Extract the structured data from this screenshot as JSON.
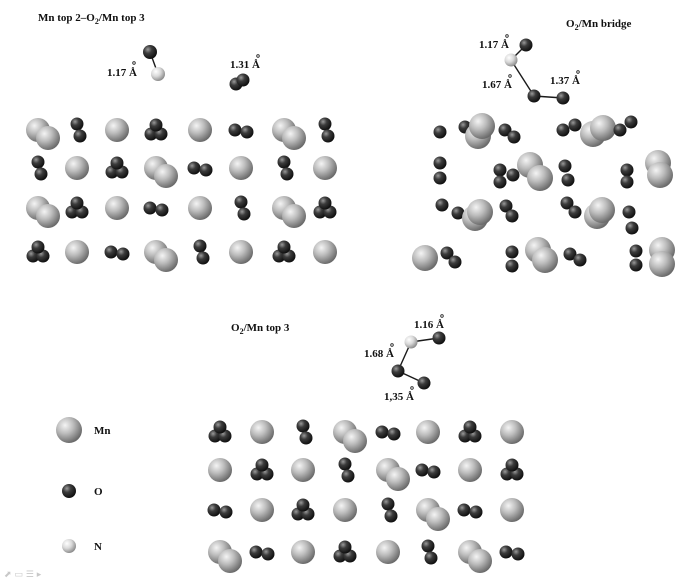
{
  "panels": {
    "top_left": {
      "title": "Mn top 2–O2/Mn top 3",
      "title_main": "Mn top 2–O",
      "title_sub": "2",
      "title_end": "/Mn top 3",
      "d1": "1.17 Å",
      "d2": "1.31 Å"
    },
    "top_right": {
      "title": "O2/Mn bridge",
      "title_main": "O",
      "title_sub": "2",
      "title_end": "/Mn bridge",
      "d1": "1.17 Å",
      "d2": "1.67 Å",
      "d3": "1.37 Å"
    },
    "bottom": {
      "title": "O2/Mn top 3",
      "title_main": "O",
      "title_sub": "2",
      "title_end": "/Mn top 3",
      "d1": "1.16 Å",
      "d2": "1.68 Å",
      "d3": "1,35 Å"
    }
  },
  "legend": {
    "mn": "Mn",
    "o": "O",
    "n": "N"
  },
  "colors": {
    "mn": "#bcbcbc",
    "o": "#3a3a3a",
    "n": "#d6d6d6"
  }
}
